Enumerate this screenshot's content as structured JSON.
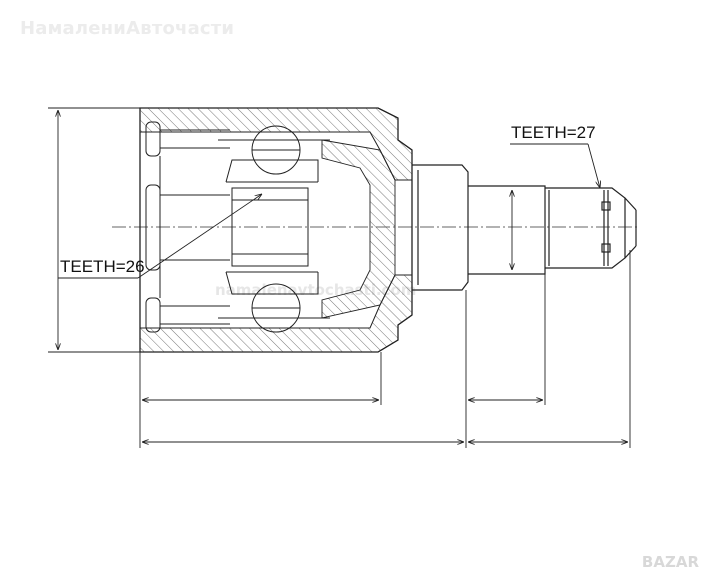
{
  "watermark": {
    "top_text": "НамалениАвточасти",
    "middle_text": "namalenavtochasti.com",
    "corner_logo": "BAZAR"
  },
  "annotations": {
    "teeth_left": "TEETH=26",
    "teeth_right": "TEETH=27"
  },
  "colors": {
    "line": "#222222",
    "hatch": "#444444",
    "center_line": "#333333",
    "watermark": "#e6e6e6"
  }
}
